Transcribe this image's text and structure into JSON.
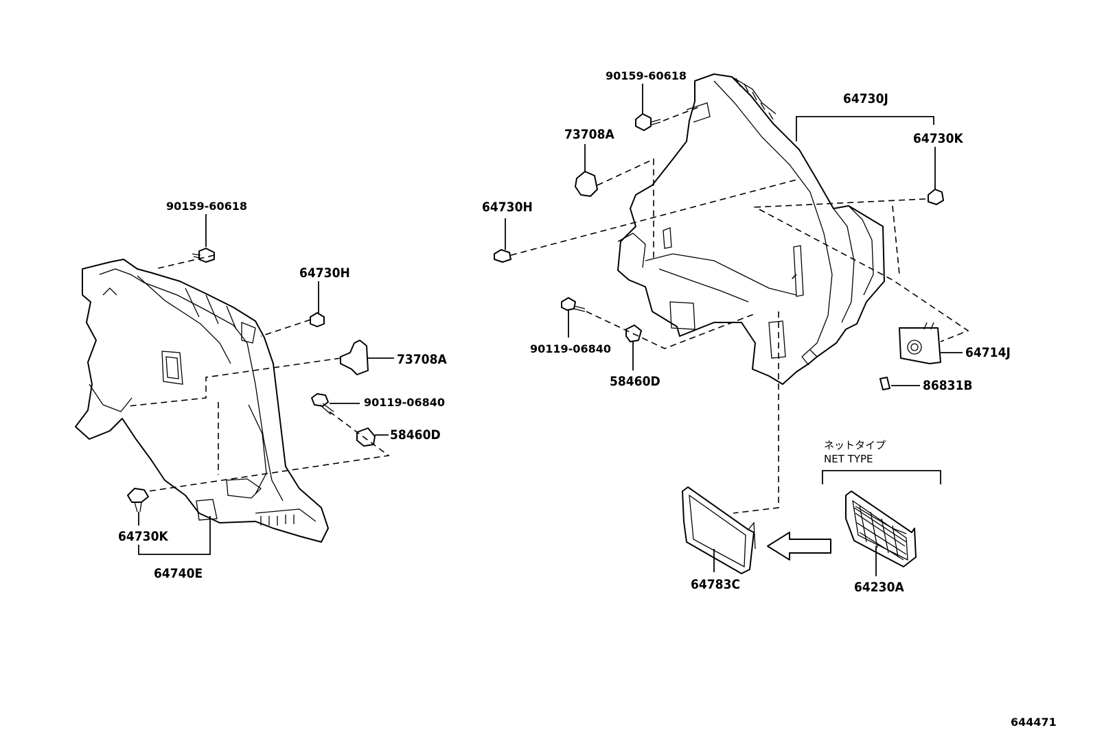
{
  "left_assembly": {
    "top_screw": "90159-60618",
    "upper_clip": "64730H",
    "hook": "73708A",
    "bolt": "90119-06840",
    "nut": "58460D",
    "lower_clip": "64730K",
    "trim_panel": "64740E"
  },
  "right_assembly": {
    "top_screw": "90159-60618",
    "hook": "73708A",
    "side_clip": "64730H",
    "trim_panel": "64730J",
    "right_clip": "64730K",
    "bolt": "90119-06840",
    "nut": "58460D",
    "cover": "64714J",
    "small_clip": "86831B",
    "tray": "64783C",
    "net": "64230A",
    "net_type_jp": "ネットタイプ",
    "net_type_en": "NET TYPE"
  },
  "diagram_id": "644471"
}
